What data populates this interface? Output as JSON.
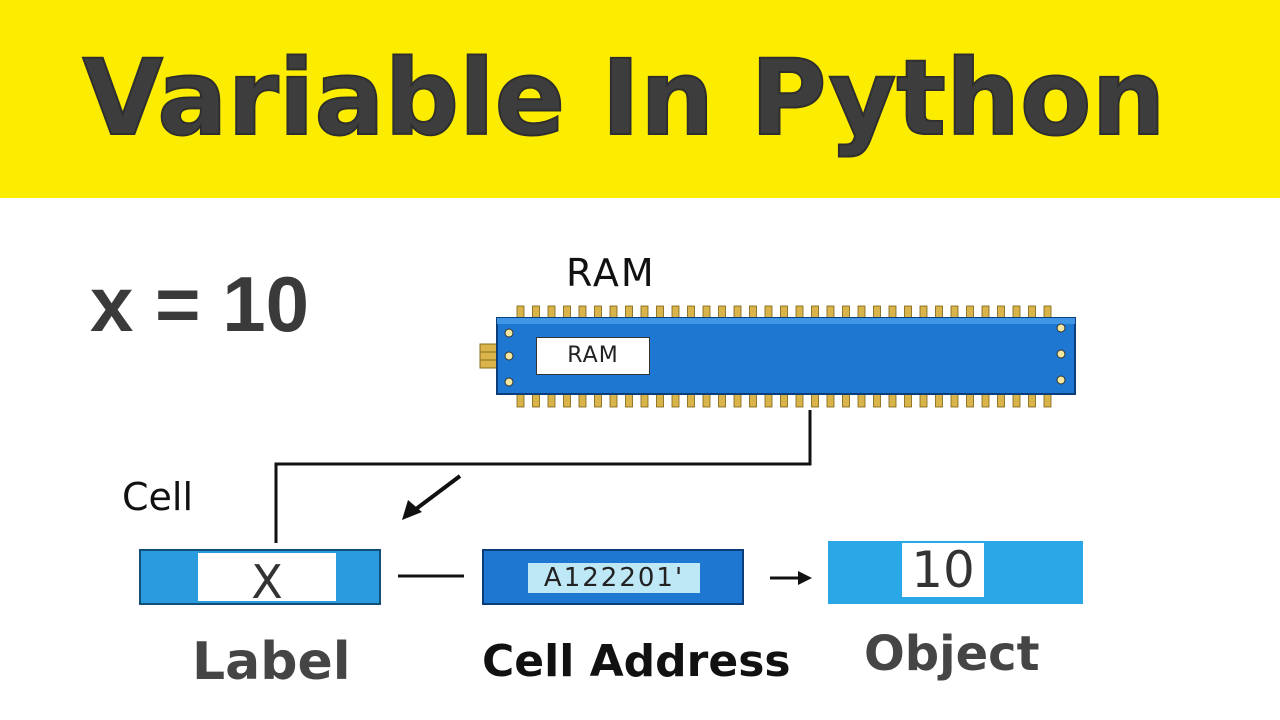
{
  "title": "Variable In Python",
  "equation": "x = 10",
  "ram": {
    "title": "RAM",
    "chip_label": "RAM"
  },
  "cell": {
    "caption": "Cell",
    "label_value": "X",
    "address_value": "A122201'",
    "object_value": "10"
  },
  "labels": {
    "label": "Label",
    "cell_address": "Cell Address",
    "object": "Object"
  },
  "colors": {
    "banner": "#FCEC00",
    "chip_blue": "#1E78D2",
    "cell_blue": "#2A9BDD",
    "pin_gold": "#D8B44A",
    "title_text": "#3d3d3d"
  }
}
